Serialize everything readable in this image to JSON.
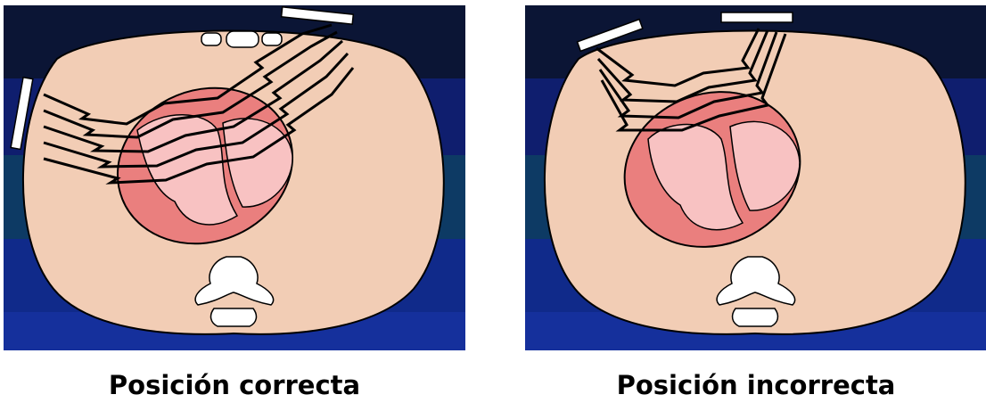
{
  "captions": {
    "correct": "Posición correcta",
    "incorrect": "Posición incorrecta"
  },
  "colors": {
    "background_bands": [
      "#0b1535",
      "#0f1e6e",
      "#0d3a64",
      "#102a8a",
      "#15309c"
    ],
    "skin": "#f2cdb5",
    "myocardium": "#ea7f7e",
    "cavity": "#f8c2c2",
    "bone": "#ffffff",
    "shock": "#000000",
    "paddle": "#ffffff"
  },
  "figure": {
    "left_label": "correct-paddle-placement",
    "right_label": "incorrect-paddle-placement"
  }
}
